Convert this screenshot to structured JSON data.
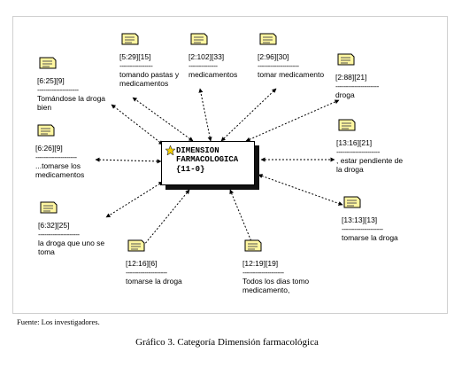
{
  "center": {
    "line1": "DIMENSION",
    "line2": "FARMACOLOGICA",
    "line3": "{11-0}"
  },
  "nodes": [
    {
      "code": "[5:29][15]",
      "rule": "----------------",
      "text": "tomando pastas y medicamentos"
    },
    {
      "code": "[2:102][33]",
      "rule": "--------------",
      "text": "medicamentos"
    },
    {
      "code": "[2:96][30]",
      "rule": "--------------------",
      "text": "tomar medicamento"
    },
    {
      "code": "[2:88][21]",
      "rule": "---------------------",
      "text": "droga"
    },
    {
      "code": "[6:25][9]",
      "rule": "--------------------",
      "text": "Tomándose la droga bien"
    },
    {
      "code": "[13:16][21]",
      "rule": "---------------------",
      "text": ", estar pendiente de la droga"
    },
    {
      "code": "[6:26][9]",
      "rule": "--------------------",
      "text": "...tomarse los medicamentos"
    },
    {
      "code": "[13:13][13]",
      "rule": "--------------------",
      "text": "tomarse la droga"
    },
    {
      "code": "[6:32][25]",
      "rule": "--------------------",
      "text": "la droga que uno se toma"
    },
    {
      "code": "[12:16][6]",
      "rule": "--------------------",
      "text": "tomarse la droga"
    },
    {
      "code": "[12:19][19]",
      "rule": "--------------------",
      "text": "Todos los dias tomo medicamento,"
    }
  ],
  "source": "Fuente: Los investigadores.",
  "caption": "Gráfico 3. Categoría Dimensión farmacológica",
  "colors": {
    "icon_fill": "#fff6a0",
    "icon_border": "#000000",
    "arrow": "#000000"
  }
}
